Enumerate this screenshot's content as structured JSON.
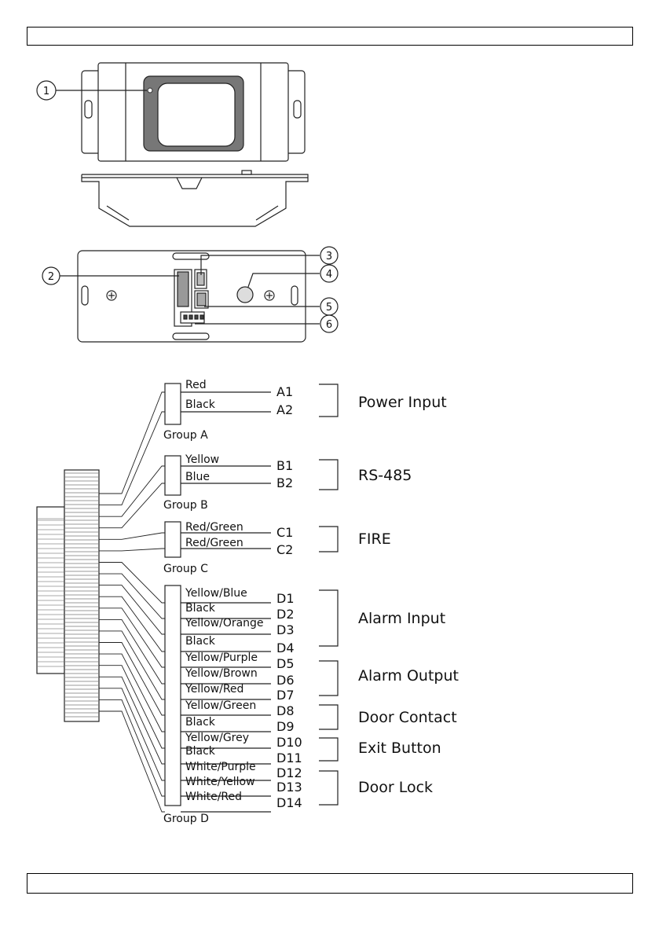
{
  "header": {
    "text": ""
  },
  "footer": {
    "text": ""
  },
  "callouts": [
    "1",
    "2",
    "3",
    "4",
    "5",
    "6"
  ],
  "groups": [
    {
      "name": "Group A",
      "wires": [
        {
          "color": "Red",
          "pin": "A1"
        },
        {
          "color": "Black",
          "pin": "A2"
        }
      ],
      "functions": [
        {
          "label": "Power Input"
        }
      ]
    },
    {
      "name": "Group B",
      "wires": [
        {
          "color": "Yellow",
          "pin": "B1"
        },
        {
          "color": "Blue",
          "pin": "B2"
        }
      ],
      "functions": [
        {
          "label": "RS-485"
        }
      ]
    },
    {
      "name": "Group C",
      "wires": [
        {
          "color": "Red/Green",
          "pin": "C1"
        },
        {
          "color": "Red/Green",
          "pin": "C2"
        }
      ],
      "functions": [
        {
          "label": "FIRE"
        }
      ]
    },
    {
      "name": "Group D",
      "wires": [
        {
          "color": "Yellow/Blue",
          "pin": "D1"
        },
        {
          "color": "Black",
          "pin": "D2"
        },
        {
          "color": "Yellow/Orange",
          "pin": "D3"
        },
        {
          "color": "Black",
          "pin": "D4"
        },
        {
          "color": "Yellow/Purple",
          "pin": "D5"
        },
        {
          "color": "Yellow/Brown",
          "pin": "D6"
        },
        {
          "color": "Yellow/Red",
          "pin": "D7"
        },
        {
          "color": "Yellow/Green",
          "pin": "D8"
        },
        {
          "color": "Black",
          "pin": "D9"
        },
        {
          "color": "Yellow/Grey",
          "pin": "D10"
        },
        {
          "color": "Black",
          "pin": "D11"
        },
        {
          "color": "White/Purple",
          "pin": "D12"
        },
        {
          "color": "White/Yellow",
          "pin": "D13"
        },
        {
          "color": "White/Red",
          "pin": "D14"
        }
      ],
      "functions": [
        {
          "label": "Alarm Input"
        },
        {
          "label": "Alarm Output"
        },
        {
          "label": "Door Contact"
        },
        {
          "label": "Exit Button"
        },
        {
          "label": "Door Lock"
        }
      ]
    }
  ]
}
